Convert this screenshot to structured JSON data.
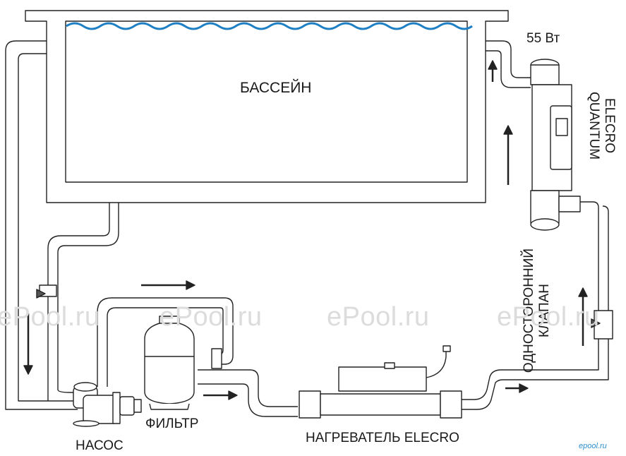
{
  "labels": {
    "pool": "БАССЕЙН",
    "power": "55 Вт",
    "quantum": "ELECRO\nQUANTUM",
    "filter": "ФИЛЬТР",
    "pump": "НАСОС",
    "heater": "НАГРЕВАТЕЛЬ ELECRO",
    "check_valve": "ОДНОСТОРОННИЙ\nКЛАПАН"
  },
  "watermark": "ePool.ru",
  "site": "epool.ru",
  "colors": {
    "water": "#1f7fc4",
    "line": "#222222",
    "watermark": "#dcdcdc"
  }
}
